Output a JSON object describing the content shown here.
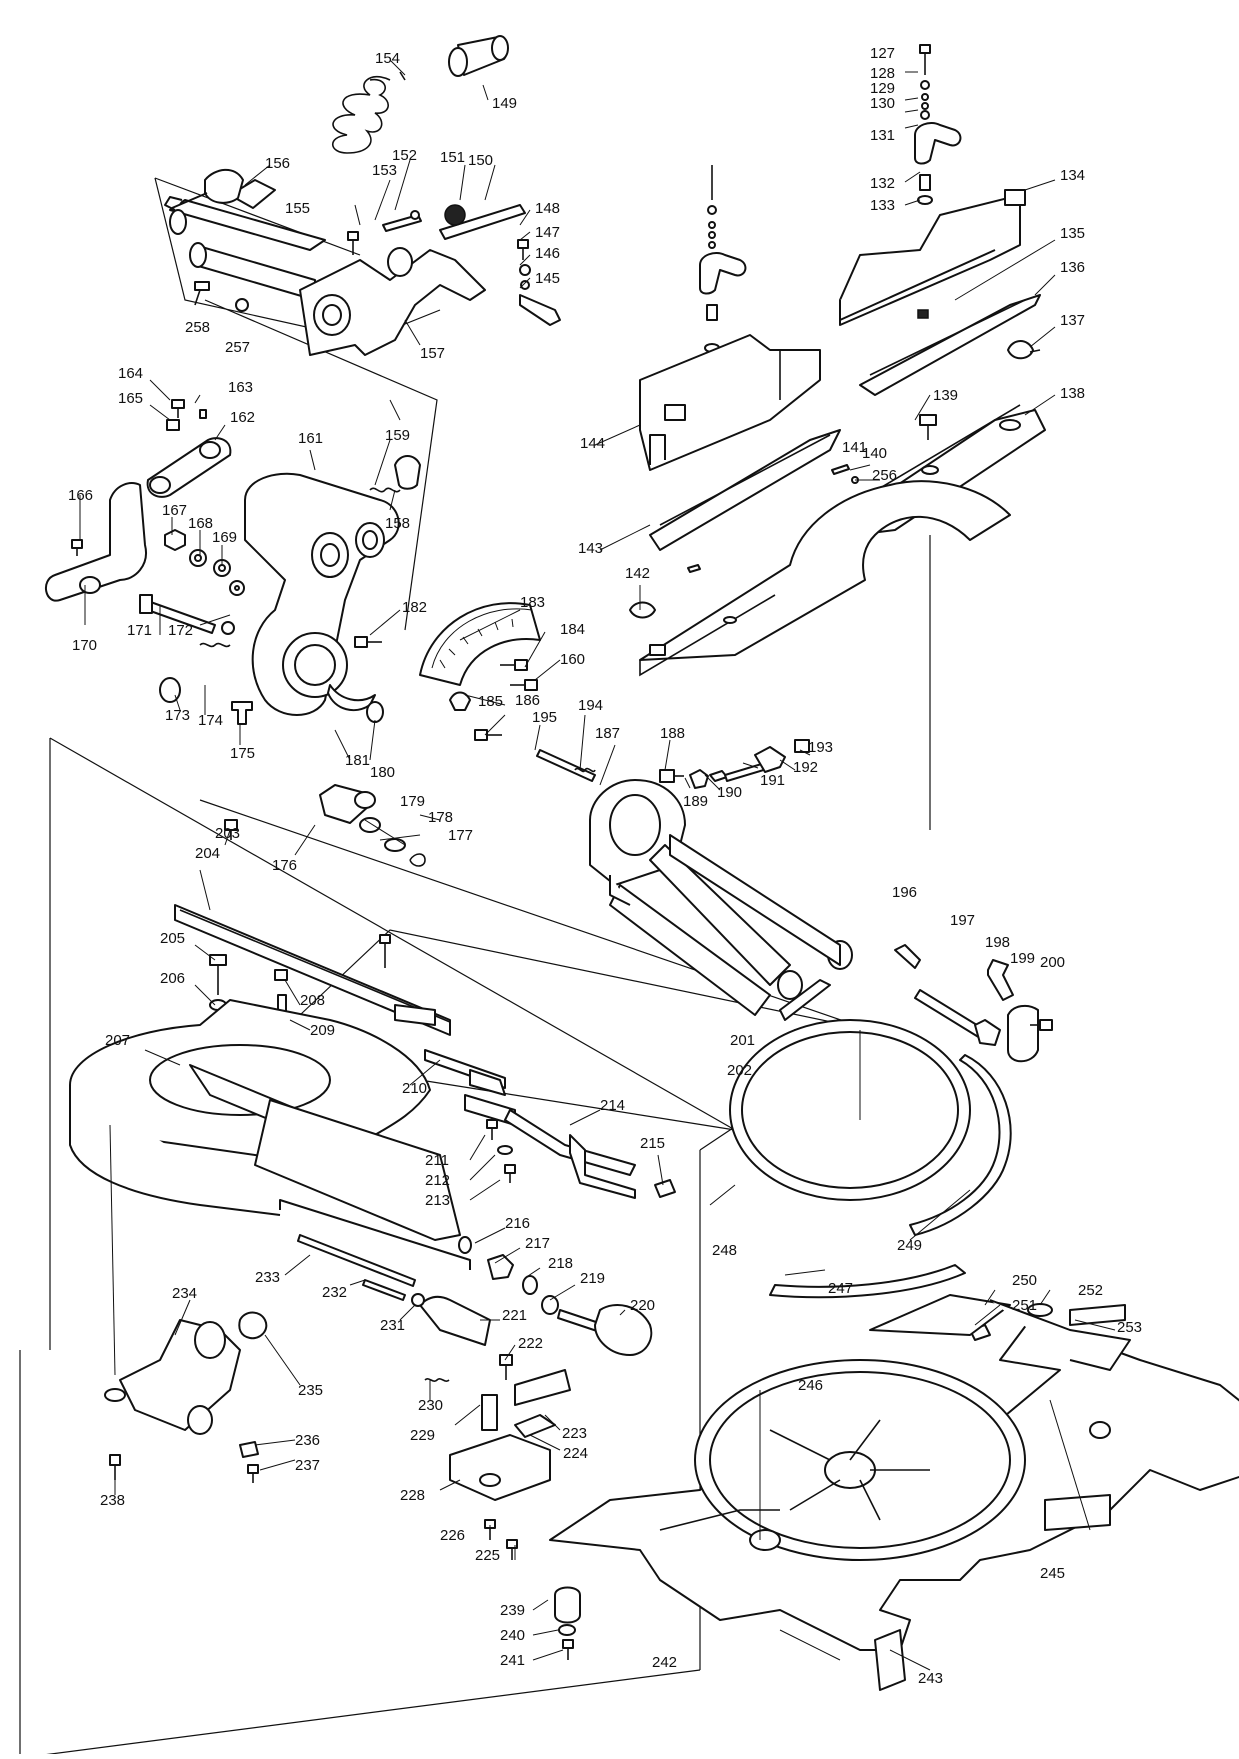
{
  "labels": [
    "127",
    "128",
    "129",
    "130",
    "131",
    "132",
    "133",
    "134",
    "135",
    "136",
    "137",
    "138",
    "139",
    "140",
    "141",
    "142",
    "143",
    "144",
    "145",
    "146",
    "147",
    "148",
    "149",
    "150",
    "151",
    "152",
    "153",
    "154",
    "155",
    "156",
    "157",
    "158",
    "159",
    "160",
    "161",
    "162",
    "163",
    "164",
    "165",
    "166",
    "167",
    "168",
    "169",
    "170",
    "171",
    "172",
    "173",
    "174",
    "175",
    "176",
    "177",
    "178",
    "179",
    "180",
    "181",
    "182",
    "183",
    "184",
    "185",
    "186",
    "187",
    "188",
    "189",
    "190",
    "191",
    "192",
    "193",
    "194",
    "195",
    "196",
    "197",
    "198",
    "199",
    "200",
    "201",
    "202",
    "203",
    "204",
    "205",
    "206",
    "207",
    "208",
    "209",
    "210",
    "211",
    "212",
    "213",
    "214",
    "215",
    "216",
    "217",
    "218",
    "219",
    "220",
    "221",
    "222",
    "223",
    "224",
    "225",
    "226",
    "228",
    "229",
    "230",
    "231",
    "232",
    "233",
    "234",
    "235",
    "236",
    "237",
    "238",
    "239",
    "240",
    "241",
    "242",
    "243",
    "245",
    "246",
    "247",
    "248",
    "249",
    "250",
    "251",
    "252",
    "253",
    "256",
    "257",
    "258"
  ]
}
